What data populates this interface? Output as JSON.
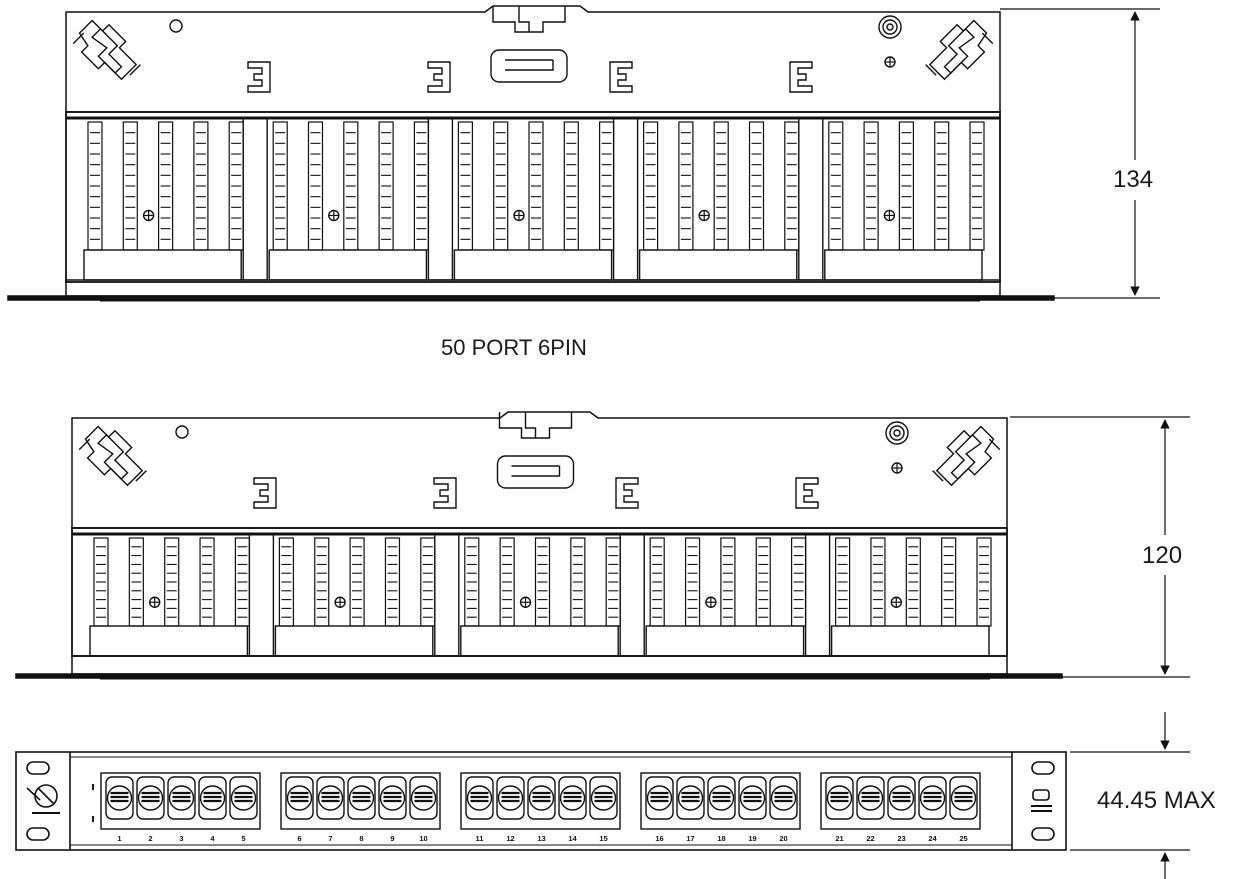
{
  "drawing": {
    "top_panel": {
      "caption": "50 PORT 6PIN",
      "height_dimension": "134"
    },
    "middle_panel": {
      "height_dimension": "120"
    },
    "front_panel": {
      "height_dimension": "44.45 MAX",
      "port_numbers": [
        "1",
        "2",
        "3",
        "4",
        "5",
        "6",
        "7",
        "8",
        "9",
        "10",
        "11",
        "12",
        "13",
        "14",
        "15",
        "16",
        "17",
        "18",
        "19",
        "20",
        "21",
        "22",
        "23",
        "24",
        "25"
      ]
    }
  }
}
